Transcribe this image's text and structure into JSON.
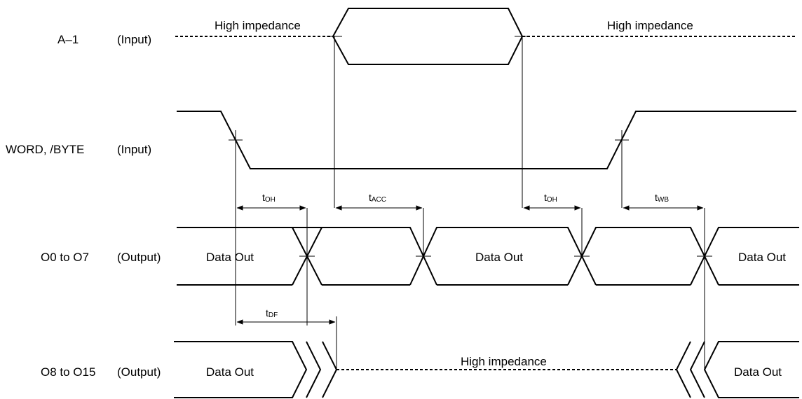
{
  "signals": [
    {
      "name": "A–1",
      "dir": "(Input)"
    },
    {
      "name": "WORD, /BYTE",
      "dir": "(Input)"
    },
    {
      "name": "O0 to O7",
      "dir": "(Output)"
    },
    {
      "name": "O8 to O15",
      "dir": "(Output)"
    }
  ],
  "labels": {
    "high_impedance": "High impedance",
    "data_out": "Data Out"
  },
  "timings": [
    {
      "t": "t",
      "sub": "OH"
    },
    {
      "t": "t",
      "sub": "ACC"
    },
    {
      "t": "t",
      "sub": "OH"
    },
    {
      "t": "t",
      "sub": "WB"
    },
    {
      "t": "t",
      "sub": "DF"
    }
  ]
}
